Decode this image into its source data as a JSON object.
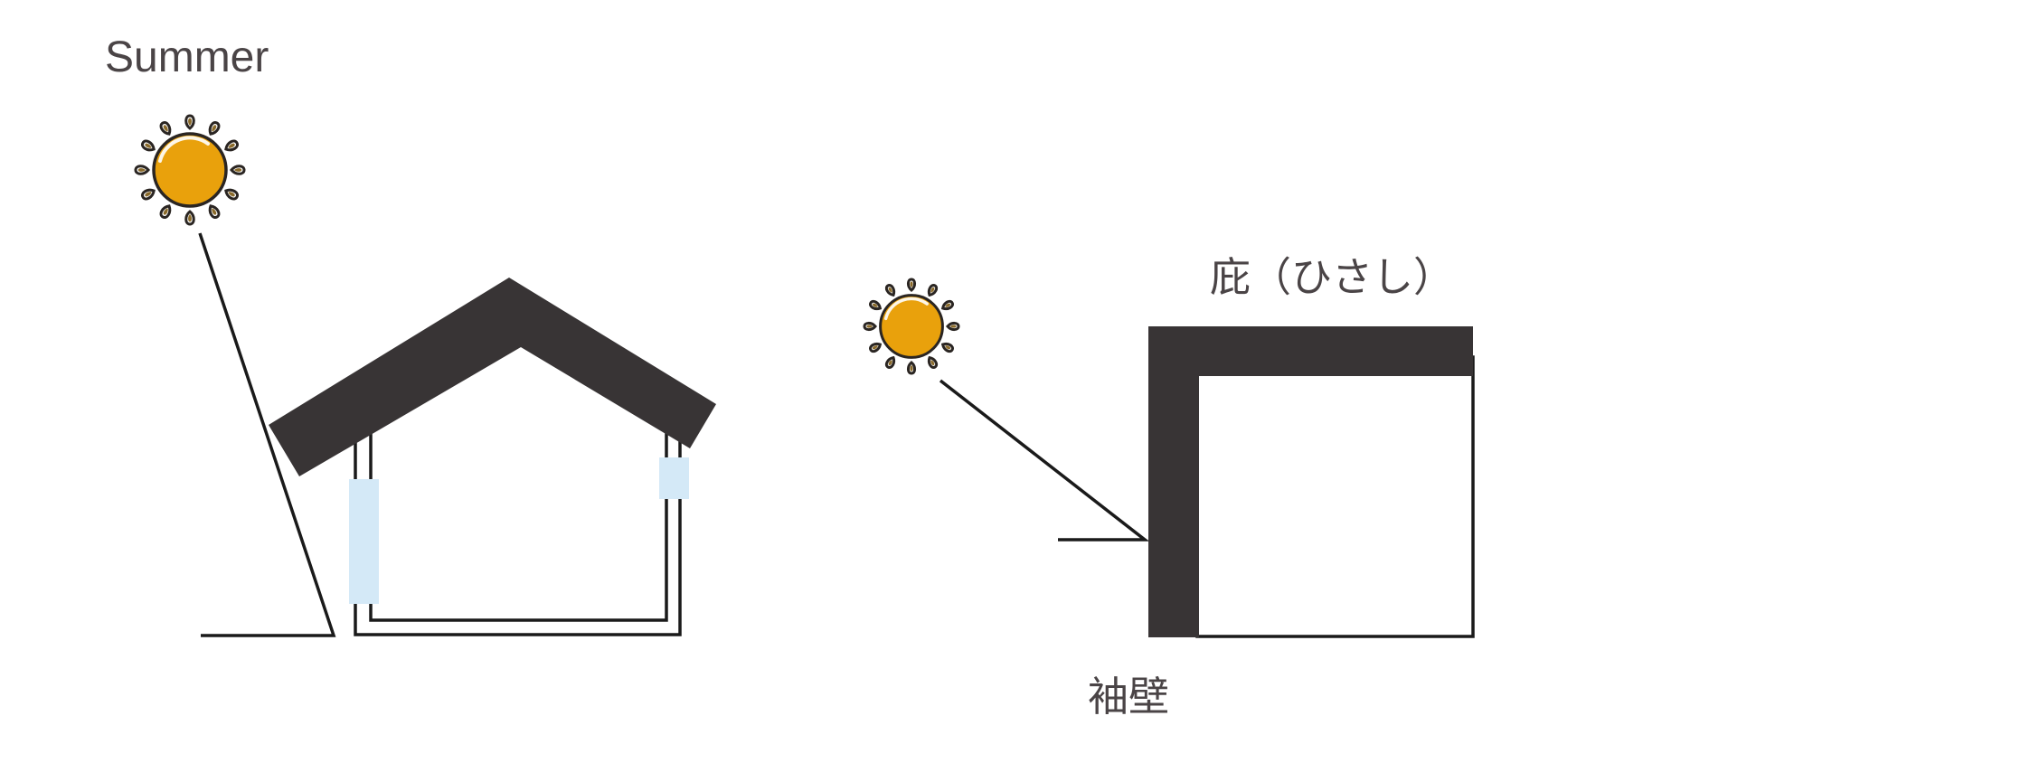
{
  "title": "Summer",
  "labels": {
    "eave": "庇（ひさし）",
    "wing_wall": "袖壁"
  },
  "icons": {
    "sun_left": "sun-icon",
    "sun_right": "sun-icon"
  },
  "colors": {
    "roof_wall": "#383435",
    "sun_fill": "#e9a10c",
    "sun_ray": "#8a6a2a",
    "window_glass": "#d4e9f7",
    "line": "#1a1a1a",
    "text": "#4a4446"
  }
}
